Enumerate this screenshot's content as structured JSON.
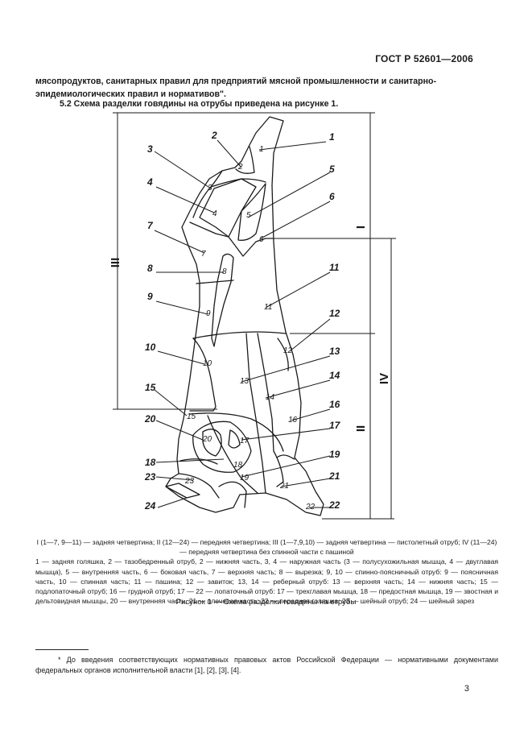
{
  "header": {
    "standard": "ГОСТ Р 52601—2006"
  },
  "text": {
    "para1_line1": "мясопродуктов, санитарных правил для предприятий мясной промышленности и санитарно-",
    "para1_line2": "эпидемиологических правил и нормативов\".",
    "para2": "5.2 Схема разделки говядины на отрубы приведена на рисунке 1."
  },
  "figure": {
    "numbers": [
      "1",
      "2",
      "3",
      "4",
      "5",
      "6",
      "7",
      "8",
      "9",
      "10",
      "11",
      "12",
      "13",
      "14",
      "15",
      "16",
      "17",
      "18",
      "19",
      "20",
      "21",
      "22",
      "23",
      "24"
    ],
    "roman": {
      "I": "I",
      "II": "II",
      "III": "III",
      "IV": "IV"
    },
    "legend_line1": "I (1—7, 9—11) — задняя четвертина; II (12—24) — передняя четвертина; III (1—7,9,10) — задняя четвертина — пистолетный отруб; IV (11—24) — передняя четвертина без спинной части с пашиной",
    "legend_line2": "1 — задняя голяшка, 2 — тазобедренный отруб, 2 — нижняя часть, 3, 4 — наружная часть (3 — полусухожильная мышца, 4 — двуглавая мышца), 5 — внутренняя часть, 6 — боковая часть, 7 — верхняя часть; 8 — вырезка; 9, 10 — спинно-поясничный отруб: 9 — поясничная часть, 10 — спинная часть; 11 — пашина; 12 — завиток; 13, 14 — реберный отруб: 13 — верхняя часть; 14 — нижняя часть; 15 — подлопаточный отруб; 16 — грудной отруб; 17 — 22 — лопаточный отруб: 17 — трехглавая мышца, 18 — предостная мышца, 19 — звостная и дельтовидная мышцы, 20 — внутренняя часть, 21 — плечевая часть; 22 — передняя голяшка; 23 — шейный отруб; 24 — шейный зарез",
    "caption": "Рисунок 1 — Схема разделки говядины на отрубы"
  },
  "footnote": {
    "text": "* До введения соответствующих нормативных правовых актов Российской Федерации — нормативными документами федеральных органов исполнительной власти [1], [2], [3], [4]."
  },
  "page_number": "3"
}
